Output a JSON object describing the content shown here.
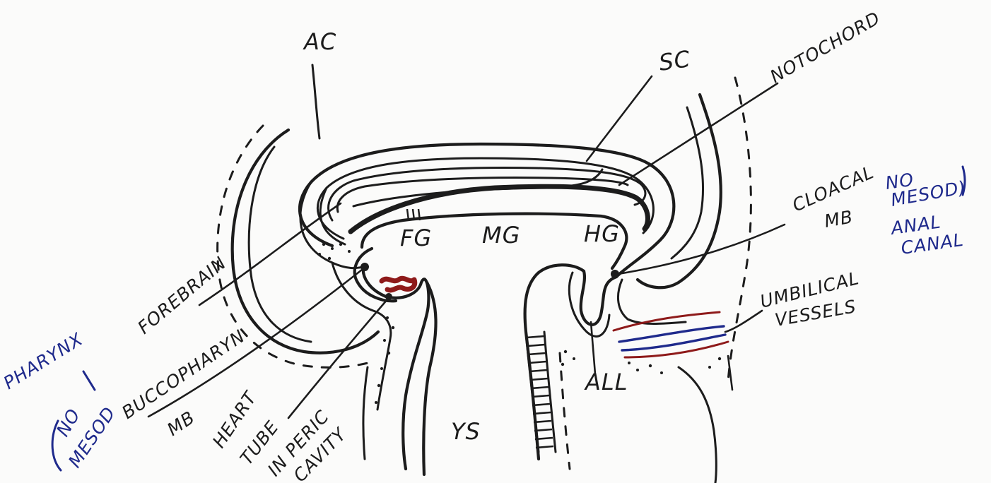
{
  "colors": {
    "ink": "#1c1c1c",
    "blue_ink": "#1f2a8c",
    "red_ink": "#8e1a1a",
    "paper": "#fbfbfa"
  },
  "labels": {
    "ac": "AC",
    "sc": "SC",
    "notochord": "NOTOCHORD",
    "cloacal_line1": "CLOACAL",
    "cloacal_line2": "MB",
    "note_cloacal_1": "NO",
    "note_cloacal_2": "MESOD)",
    "note_cloacal_3": "ANAL",
    "note_cloacal_4": "CANAL",
    "umbilical_line1": "UMBILICAL",
    "umbilical_line2": "VESSELS",
    "all": "ALL",
    "ys": "YS",
    "fg": "FG",
    "mg": "MG",
    "hg": "HG",
    "forebrain": "FOREBRAIN",
    "pharynx": "PHARYNX",
    "note_pharynx_1": "NO",
    "note_pharynx_2": "MESOD",
    "buccopharyngeal_line1": "BUCCOPHARYN",
    "buccopharyngeal_line2": "MB",
    "heart_line1": "HEART",
    "heart_line2": "TUBE",
    "heart_line3": "IN PERIC",
    "heart_line4": "CAVITY"
  }
}
